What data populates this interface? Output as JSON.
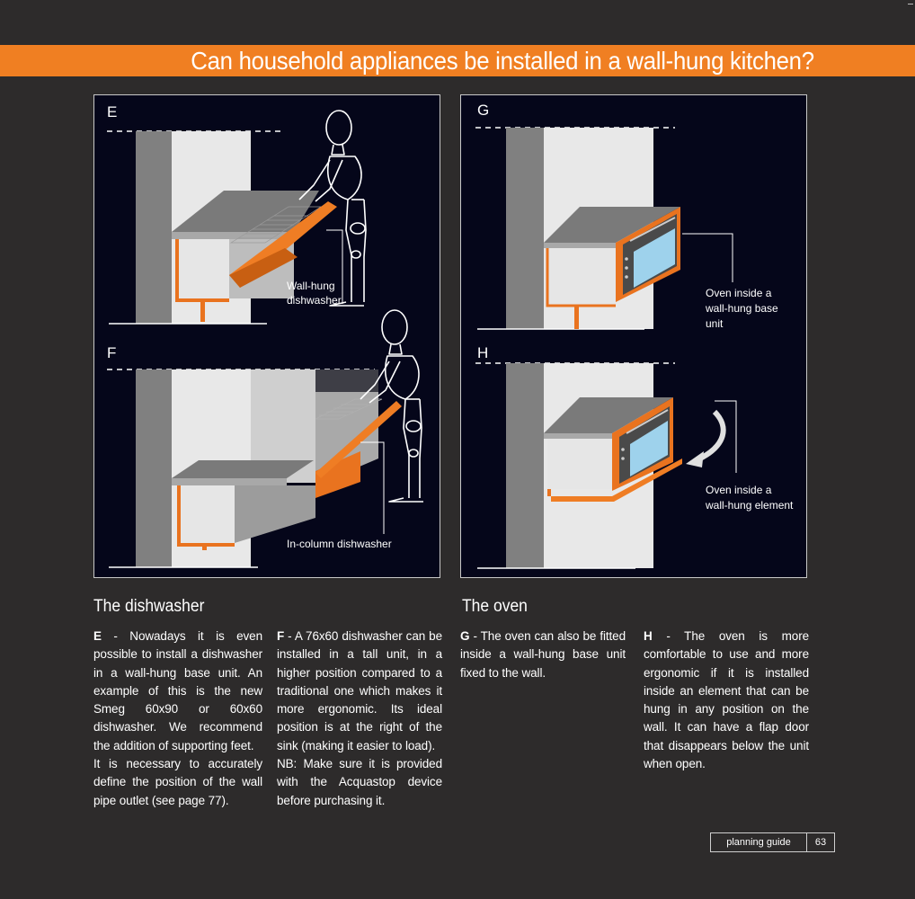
{
  "header": {
    "title": "Can household appliances be installed in a wall-hung kitchen?"
  },
  "figures": {
    "e": {
      "letter": "E",
      "label_lines": [
        "Wall-hung",
        "dishwasher"
      ]
    },
    "f": {
      "letter": "F",
      "label": "In-column dishwasher"
    },
    "g": {
      "letter": "G",
      "label_lines": [
        "Oven inside a",
        "wall-hung base",
        "unit"
      ]
    },
    "h": {
      "letter": "H",
      "label_lines": [
        "Oven inside a",
        "wall-hung element"
      ]
    }
  },
  "sections": {
    "dishwasher": {
      "title": "The dishwasher",
      "e": {
        "key": "E",
        "text": " - Nowadays it is even possible to install a dishwasher in a wall-hung base unit. An example of this is the new Smeg 60x90 or 60x60 dishwasher. We recommend the addition of supporting feet.",
        "text2": "It is necessary to accurately define the position of the wall pipe outlet (see page 77)."
      },
      "f": {
        "key": "F",
        "text": " - A 76x60 dishwasher can be installed in a tall unit, in a higher position compared to a traditional one which makes it more ergonomic. Its ideal position is at the right of the sink (making it easier to load).",
        "text2": "NB: Make sure it is provided with the Acquastop device before purchasing it."
      }
    },
    "oven": {
      "title": "The oven",
      "g": {
        "key": "G",
        "text": " - The oven can also be fitted inside a wall-hung base unit fixed to the wall."
      },
      "h": {
        "key": "H",
        "text": " - The oven is more comfortable to use and more ergonomic if it is installed inside an element that can be hung in any position on the wall. It can have a flap door that disappears below the unit when open."
      }
    }
  },
  "footer": {
    "label": "planning guide",
    "page": "63"
  },
  "colors": {
    "background": "#2d2b2b",
    "accent": "#f07f22",
    "panel": "#05061a",
    "wall": "#e6e6e6",
    "wall_side": "#808080"
  }
}
